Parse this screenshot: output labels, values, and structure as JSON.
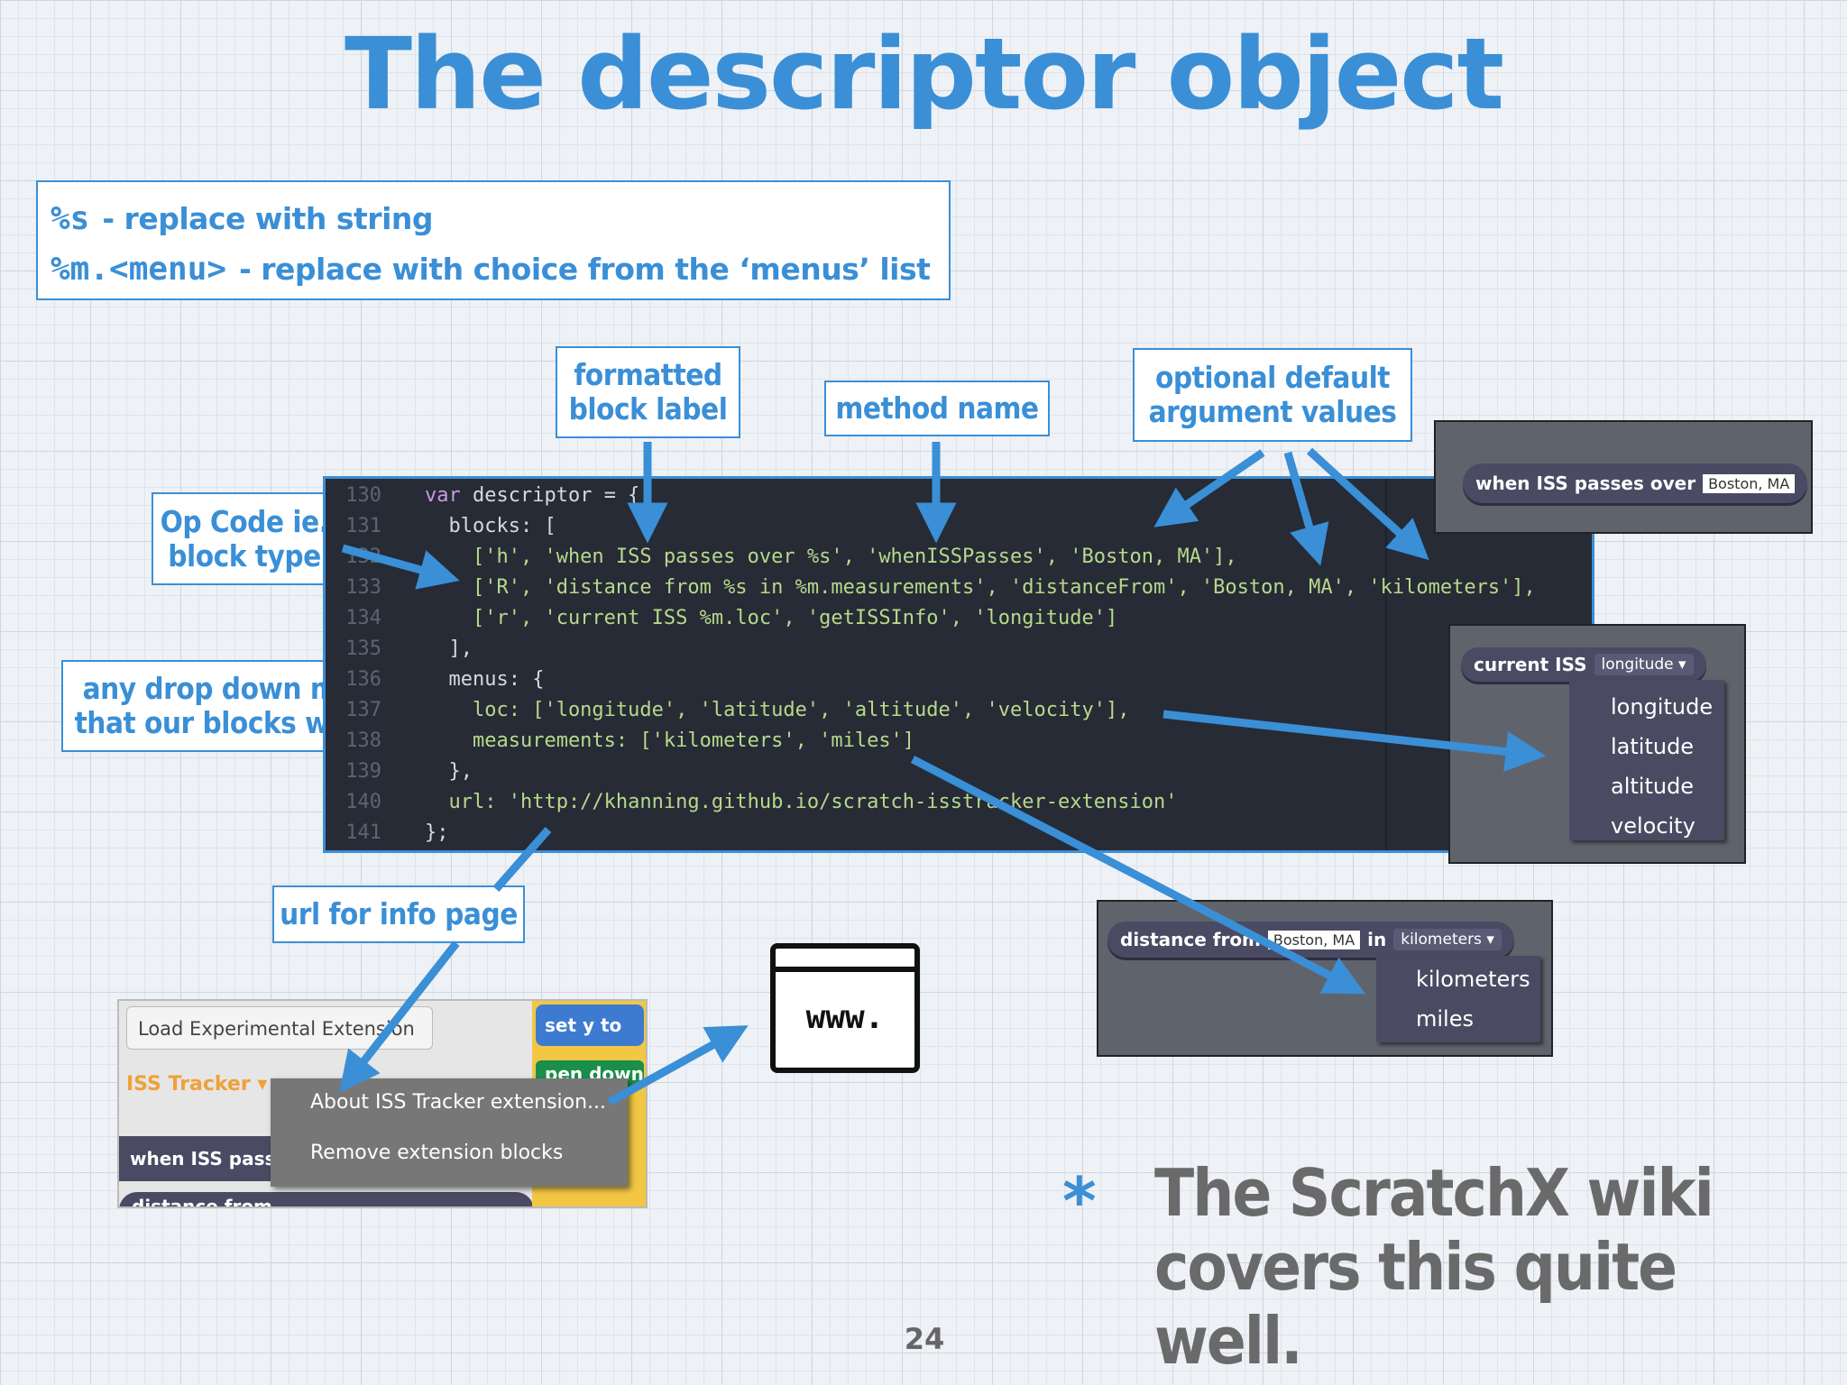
{
  "title": "The descriptor object",
  "legend": {
    "s_code": "%s",
    "s_desc": "- replace with string",
    "m_code": "%m.<menu>",
    "m_desc": "- replace with choice from the ‘menus’ list"
  },
  "callouts": {
    "formatted_line1": "formatted",
    "formatted_line2": "block label",
    "method": "method name",
    "optional_line1": "optional default",
    "optional_line2": "argument values",
    "opcode_line1": "Op Code ie.",
    "opcode_line2": "block type",
    "dropdown_line1": "any drop down menus",
    "dropdown_line2": "that our blocks will use",
    "url": "url for info page"
  },
  "code": {
    "line_numbers": [
      "130",
      "131",
      "132",
      "133",
      "134",
      "135",
      "136",
      "137",
      "138",
      "139",
      "140",
      "141"
    ],
    "l130_a": "var",
    "l130_b": " descriptor = {",
    "l131": "  blocks: [",
    "l132": "    ['h', 'when ISS passes over %s', 'whenISSPasses', 'Boston, MA'],",
    "l133": "    ['R', 'distance from %s in %m.measurements', 'distanceFrom', 'Boston, MA', 'kilometers'],",
    "l134": "    ['r', 'current ISS %m.loc', 'getISSInfo', 'longitude']",
    "l135": "  ],",
    "l136": "  menus: {",
    "l137": "    loc: ['longitude', 'latitude', 'altitude', 'velocity'],",
    "l138": "    measurements: ['kilometers', 'miles']",
    "l139": "  },",
    "l140": "  url: 'http://khanning.github.io/scratch-isstracker-extension'",
    "l141": "};"
  },
  "block_when": {
    "text": "when  ISS  passes  over",
    "field": "Boston, MA"
  },
  "block_current": {
    "text": "current  ISS",
    "dropdown": "longitude",
    "menu": [
      "longitude",
      "latitude",
      "altitude",
      "velocity"
    ]
  },
  "block_distance": {
    "text": "distance  from",
    "field": "Boston, MA",
    "in": "in",
    "dropdown": "kilometers",
    "menu": [
      "kilometers",
      "miles"
    ]
  },
  "scratch_ui": {
    "load_button": "Load Experimental Extension",
    "ext_name": "ISS Tracker ▾",
    "context_menu": [
      "About ISS Tracker extension...",
      "Remove extension blocks"
    ],
    "block_when": "when  ISS  pass",
    "block_distance": "distance  from",
    "block_set": "set  y  to",
    "block_pen": "pen  down"
  },
  "www_icon": {
    "label": "www."
  },
  "note": {
    "bullet": "*",
    "line1": "The ScratchX wiki",
    "line2": "covers this quite well."
  },
  "page_number": "24",
  "colors": {
    "accent": "#3a8fd6",
    "code_bg": "#262b36",
    "block_purple": "#4a4a63",
    "string_green": "#b7d98a",
    "keyword_purple": "#c99ae0"
  }
}
